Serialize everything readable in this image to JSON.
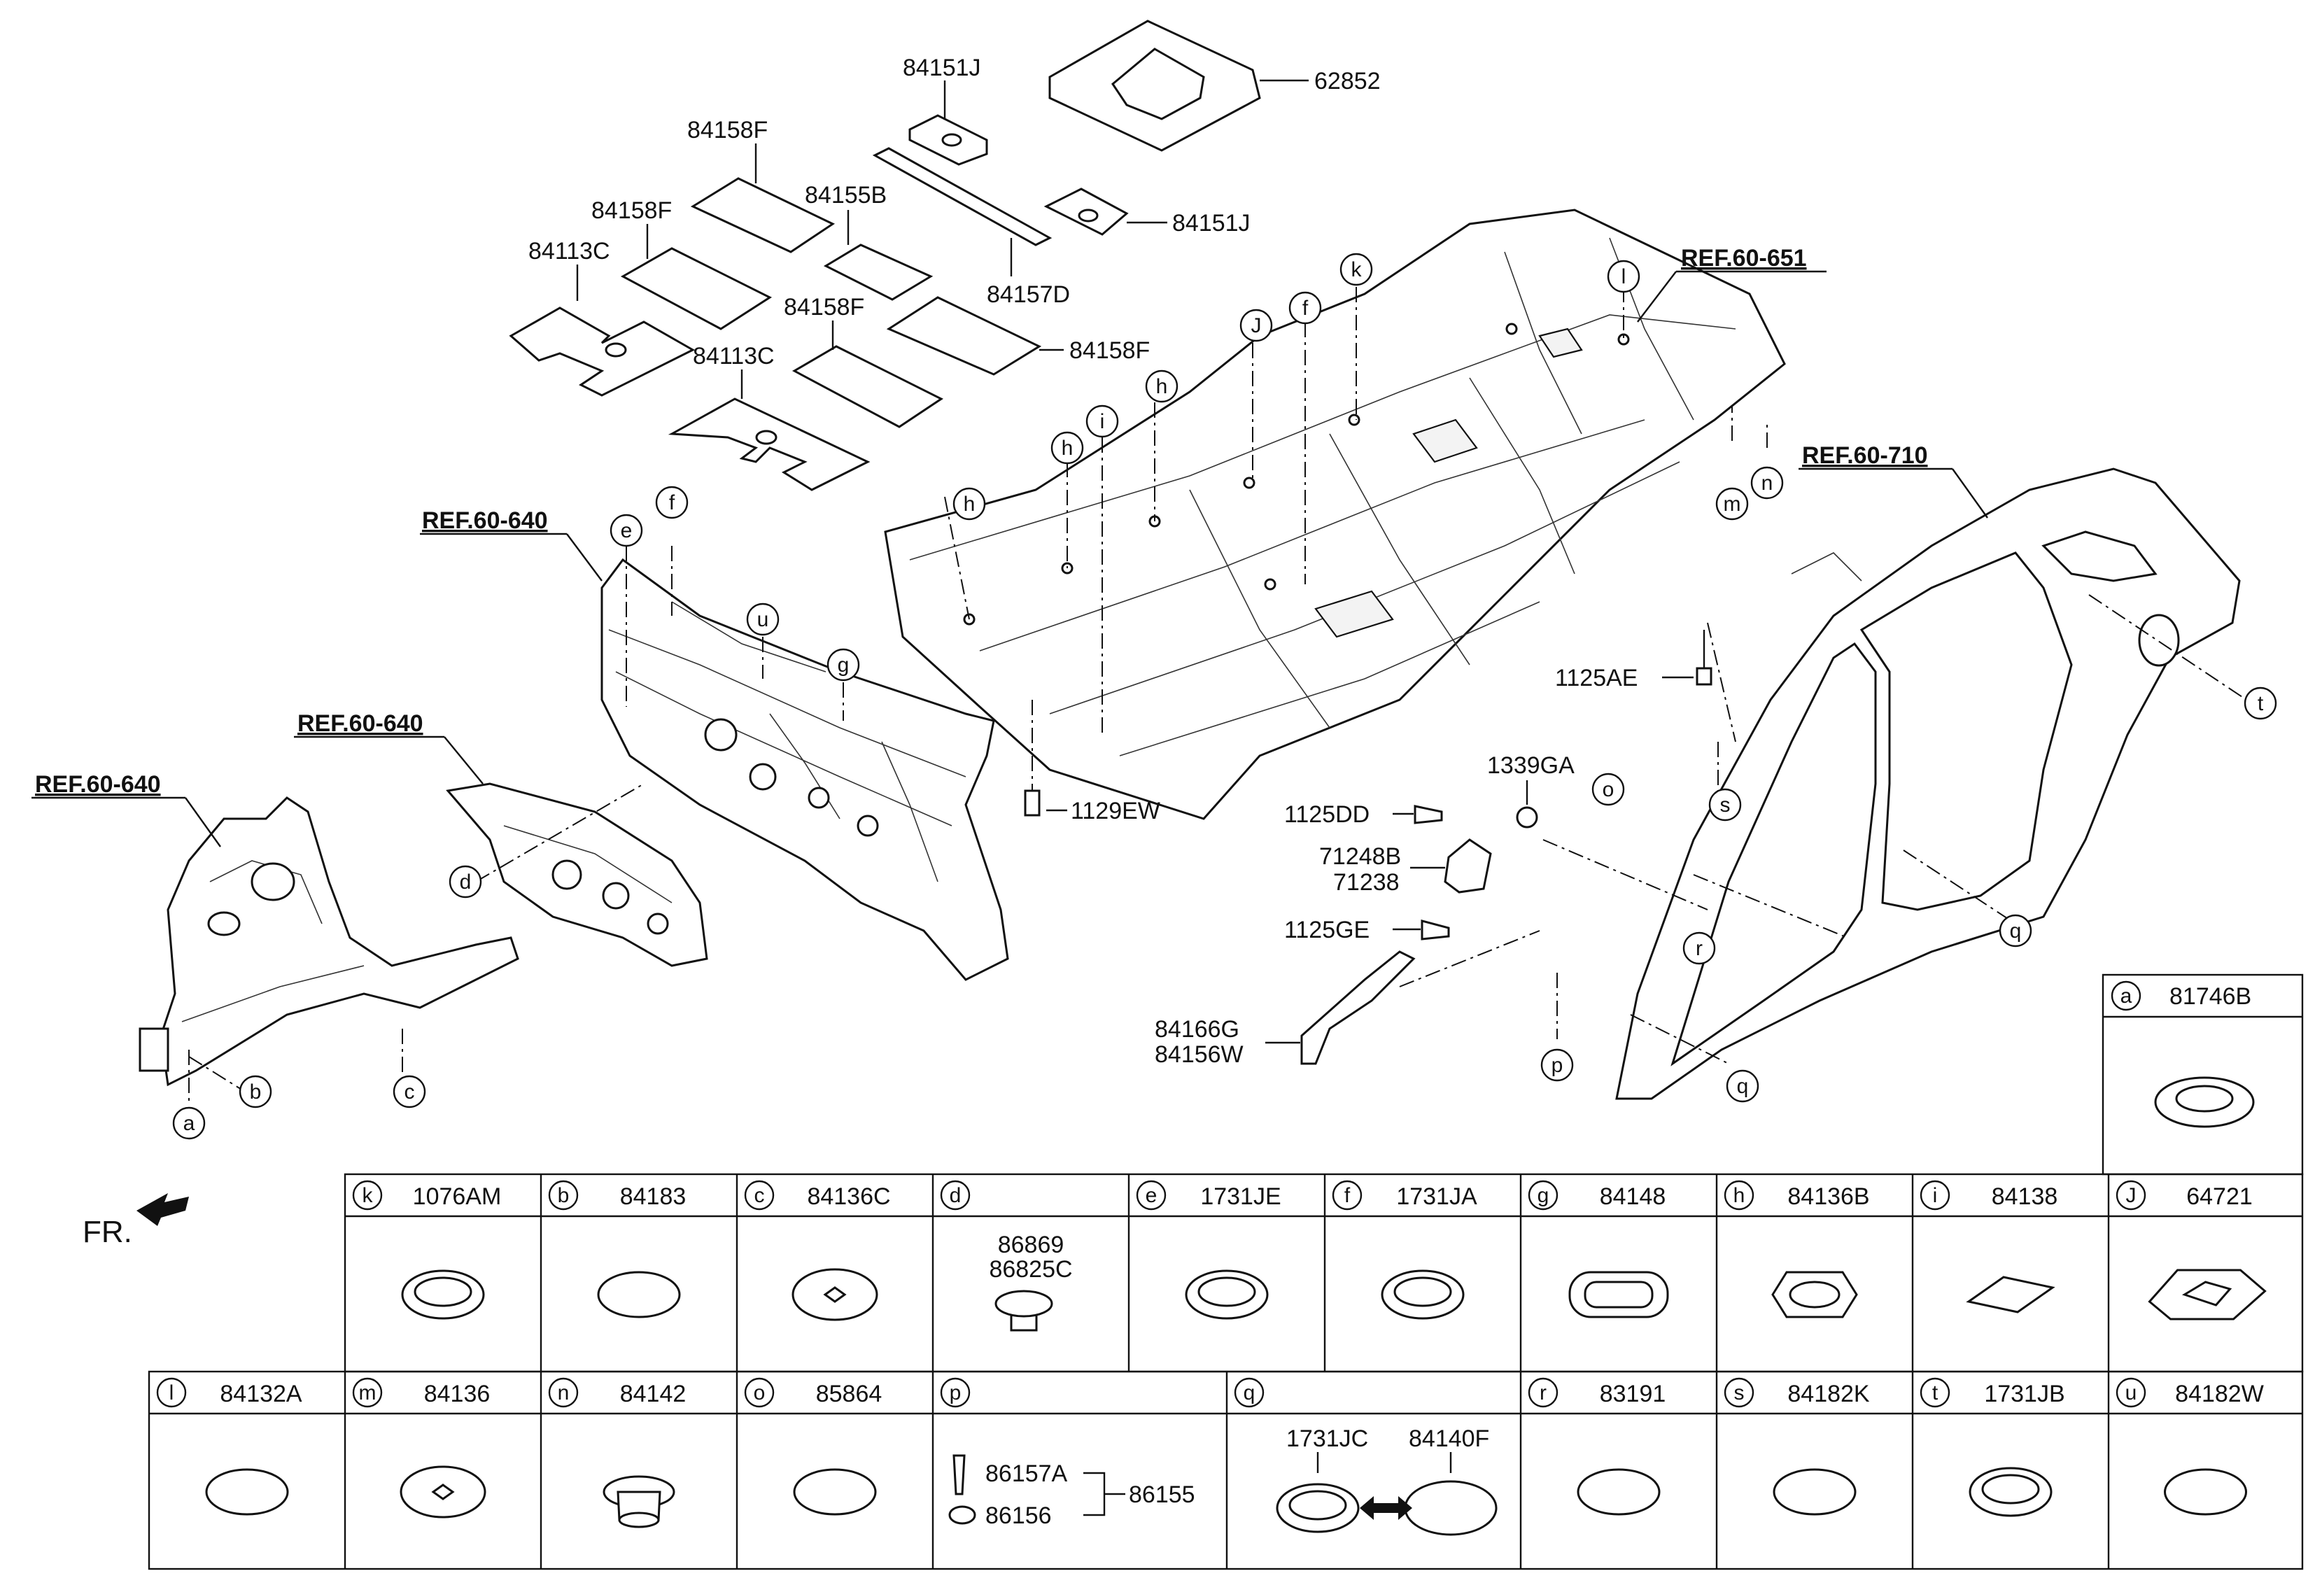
{
  "refs": {
    "r651": "REF.60-651",
    "r710": "REF.60-710",
    "r640a": "REF.60-640",
    "r640b": "REF.60-640",
    "r640c": "REF.60-640"
  },
  "parts": {
    "p62852": "62852",
    "p84151J_a": "84151J",
    "p84151J_b": "84151J",
    "p84158F_a": "84158F",
    "p84158F_b": "84158F",
    "p84158F_c": "84158F",
    "p84158F_d": "84158F",
    "p84155B": "84155B",
    "p84157D": "84157D",
    "p84113C_a": "84113C",
    "p84113C_b": "84113C",
    "p1125AE": "1125AE",
    "p1339GA": "1339GA",
    "p1125DD": "1125DD",
    "p71248B": "71248B",
    "p71238": "71238",
    "p1125GE": "1125GE",
    "p84166G": "84166G",
    "p84156W": "84156W",
    "p1129EW": "1129EW",
    "fr": "FR."
  },
  "callouts": {
    "a": "a",
    "b": "b",
    "c": "c",
    "d": "d",
    "e": "e",
    "f": "f",
    "f2": "f",
    "g": "g",
    "h1": "h",
    "h2": "h",
    "h3": "h",
    "i": "i",
    "J": "J",
    "k": "k",
    "l": "l",
    "m": "m",
    "n": "n",
    "o": "o",
    "p": "p",
    "q1": "q",
    "q2": "q",
    "r": "r",
    "s": "s",
    "t": "t",
    "u": "u"
  },
  "legend": {
    "a": {
      "key": "a",
      "part": "81746B"
    },
    "row1": [
      {
        "key": "k",
        "part": "1076AM"
      },
      {
        "key": "b",
        "part": "84183"
      },
      {
        "key": "c",
        "part": "84136C"
      },
      {
        "key": "d",
        "part": "",
        "sub": [
          "86869",
          "86825C"
        ]
      },
      {
        "key": "e",
        "part": "1731JE"
      },
      {
        "key": "f",
        "part": "1731JA"
      },
      {
        "key": "g",
        "part": "84148"
      },
      {
        "key": "h",
        "part": "84136B"
      },
      {
        "key": "i",
        "part": "84138"
      },
      {
        "key": "J",
        "part": "64721"
      }
    ],
    "row2": [
      {
        "key": "l",
        "part": "84132A"
      },
      {
        "key": "m",
        "part": "84136"
      },
      {
        "key": "n",
        "part": "84142"
      },
      {
        "key": "o",
        "part": "85864"
      },
      {
        "key": "p",
        "part": "",
        "sub": [
          "86157A",
          "86156",
          "86155"
        ]
      },
      {
        "key": "q",
        "part": "",
        "sub": [
          "1731JC",
          "84140F"
        ]
      },
      {
        "key": "r",
        "part": "83191"
      },
      {
        "key": "s",
        "part": "84182K"
      },
      {
        "key": "t",
        "part": "1731JB"
      },
      {
        "key": "u",
        "part": "84182W"
      }
    ]
  }
}
